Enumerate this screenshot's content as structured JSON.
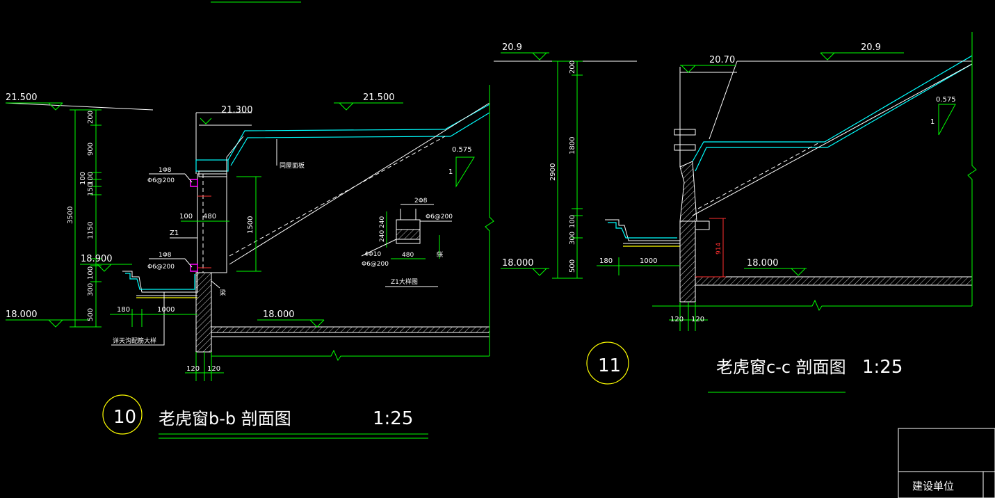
{
  "section_10": {
    "number": "10",
    "title": "老虎窗b-b 剖面图",
    "scale": "1:25",
    "levels": {
      "left_top": "21.500",
      "right_top": "21.500",
      "eave": "21.300",
      "sill": "18.900",
      "left_bottom": "18.000",
      "floor": "18.000"
    },
    "dims_vertical": {
      "total": "3500",
      "d200": "200",
      "d900": "900",
      "d100a": "100",
      "d100b": "100",
      "d150": "150",
      "d1150": "1150",
      "d100c": "100",
      "d300": "300",
      "d500": "500",
      "d1500": "1500"
    },
    "dims_horizontal": {
      "d180": "180",
      "d1000": "1000",
      "d100": "100",
      "d480": "480",
      "d120a": "120",
      "d120b": "120"
    },
    "labels": {
      "rebar_top_a": "1Φ8",
      "rebar_top_b": "Φ6@200",
      "rebar_bot_a": "1Φ8",
      "rebar_bot_b": "Φ6@200",
      "z1": "Z1",
      "roof_panel": "同屋面板",
      "beam": "梁",
      "gutter_note": "详天沟配筋大样",
      "slope": "0.575",
      "slope_one": "1"
    },
    "detail": {
      "bars_top": "2Φ8",
      "stirrup": "Φ6@200",
      "bars_bottom": "4Φ10",
      "stirrup_bottom": "Φ6@200",
      "d240a": "240",
      "d240b": "240",
      "d480": "480",
      "beam": "梁",
      "title": "Z1大样图"
    }
  },
  "section_11": {
    "number": "11",
    "title": "老虎窗c-c 剖面图",
    "scale": "1:25",
    "levels": {
      "left_top": "20.9",
      "right_top": "20.9",
      "eave": "20.70",
      "left_bottom": "18.000",
      "floor": "18.000"
    },
    "dims_vertical": {
      "total": "2900",
      "d200": "200",
      "d1800": "1800",
      "d100": "100",
      "d300": "300",
      "d500": "500",
      "d914": "914"
    },
    "dims_horizontal": {
      "d180": "180",
      "d1000": "1000",
      "d120a": "120",
      "d120b": "120"
    },
    "labels": {
      "slope": "0.575",
      "slope_one": "1"
    }
  },
  "title_block": {
    "client_label": "建设单位"
  }
}
